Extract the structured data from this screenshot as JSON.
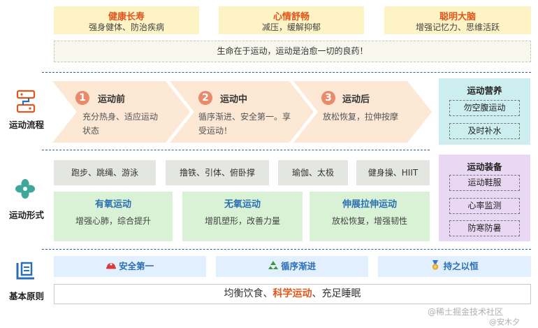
{
  "benefits": [
    {
      "title": "健康长寿",
      "subtitle": "强身健体、防治疾病"
    },
    {
      "title": "心情舒畅",
      "subtitle": "减压，缓解抑郁"
    },
    {
      "title": "聪明大脑",
      "subtitle": "增强记忆力、思维活跃"
    }
  ],
  "motto": "生命在于运动，运动是治愈一切的良药！",
  "sections": {
    "process_label": "运动流程",
    "forms_label": "运动形式",
    "principles_label": "基本原则"
  },
  "steps": [
    {
      "num": "1",
      "title": "运动前",
      "line1": "充分热身、适应运动",
      "line2": "状态"
    },
    {
      "num": "2",
      "title": "运动中",
      "line1": "循序渐进、安全第一。享",
      "line2": "受运动！"
    },
    {
      "num": "3",
      "title": "运动后",
      "line1": "放松恢复，拉伸按摩",
      "line2": ""
    }
  ],
  "nutrition": {
    "title": "运动营养",
    "items": [
      "勿空腹运动",
      "及时补水"
    ]
  },
  "equipment": {
    "title": "运动装备",
    "items": [
      "运动鞋服",
      "心率监测",
      "防寒防暑"
    ]
  },
  "activities": [
    "跑步、跳绳、游泳",
    "撸铁、引体、俯卧撑",
    "瑜伽、太极",
    "健身操、HIIT"
  ],
  "exercise_types": [
    {
      "title": "有氧运动",
      "desc": "增强心肺，综合提升"
    },
    {
      "title": "无氧运动",
      "desc": "增肌塑形，改善力量"
    },
    {
      "title": "伸展拉伸运动",
      "desc": "放松恢复，增强韧性"
    }
  ],
  "principles": [
    {
      "icon": "helmet-icon",
      "label": "安全第一"
    },
    {
      "icon": "recycle-icon",
      "label": "循序渐进"
    },
    {
      "icon": "medal-icon",
      "label": "持之以恒"
    }
  ],
  "final": {
    "pre": "均衡饮食、",
    "highlight": "科学运动",
    "post": "、充足睡眠"
  },
  "watermark": {
    "line1": "@稀土掘金技术社区",
    "line2": "@安木夕"
  },
  "colors": {
    "accent": "#e0571d",
    "blue": "#2a6fb5",
    "step": "#fce8d4",
    "green": "#d9f2d5",
    "teal": "#cdeeee",
    "purple": "#e8d8f4"
  }
}
